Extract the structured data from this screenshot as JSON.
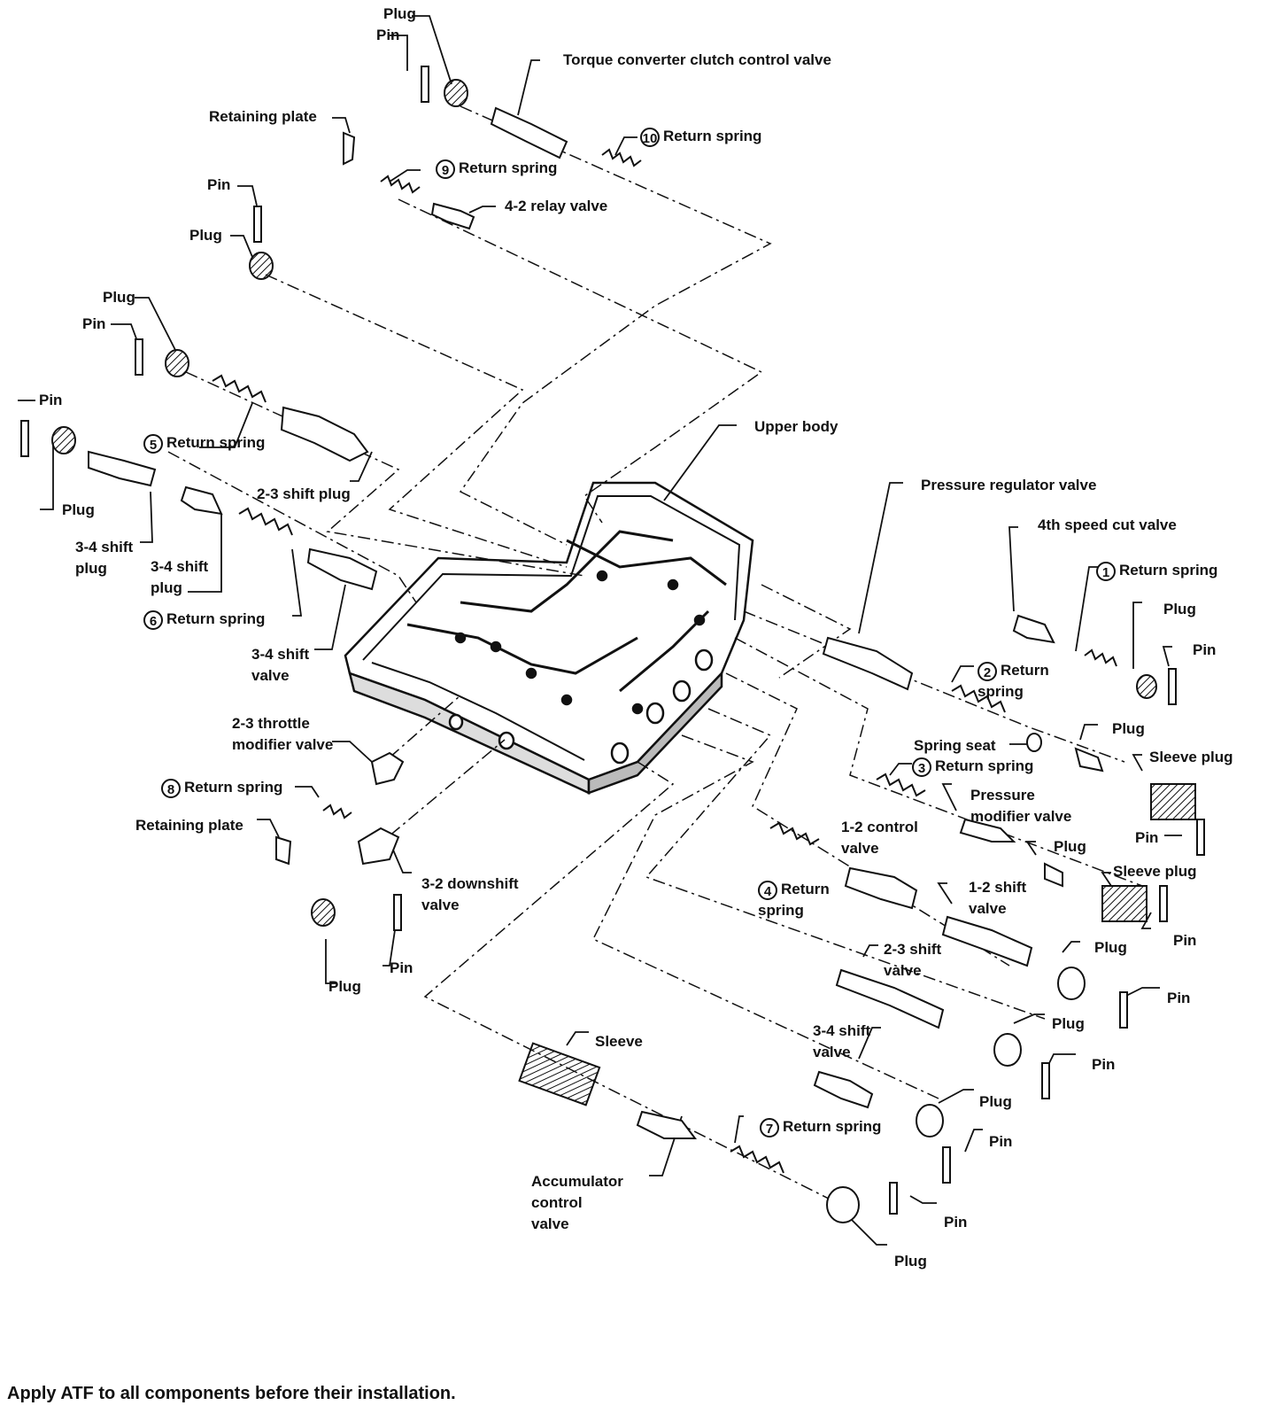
{
  "title": "",
  "note": "Apply ATF to all components before their installation.",
  "components": {
    "upper_body": "Upper body",
    "torque_converter_clutch_control_valve": "Torque converter clutch control valve",
    "return_spring_10": "Return spring",
    "return_spring_9": "Return spring",
    "relay_valve_4_2": "4-2 relay valve",
    "retaining_plate_top": "Retaining plate",
    "pin_top": "Pin",
    "plug_top": "Plug",
    "pin_left1": "Pin",
    "plug_left1": "Plug",
    "plug_left2": "Plug",
    "pin_left2": "Pin",
    "pin_far_left": "Pin",
    "plug_far_left": "Plug",
    "return_spring_5": "Return spring",
    "shift_plug_2_3": "2-3 shift plug",
    "shift_plug_3_4_a": "3-4 shift\nplug",
    "shift_plug_3_4_b": "3-4 shift\nplug",
    "return_spring_6": "Return spring",
    "shift_valve_3_4_left": "3-4 shift\nvalve",
    "throttle_modifier_valve_2_3": "2-3 throttle\nmodifier valve",
    "return_spring_8": "Return spring",
    "retaining_plate_left": "Retaining plate",
    "downshift_valve_3_2": "3-2 downshift\nvalve",
    "plug_bottom_left": "Plug",
    "pin_bottom_left": "Pin",
    "pressure_regulator_valve": "Pressure regulator valve",
    "speed_cut_valve_4th": "4th speed cut valve",
    "return_spring_1": "Return spring",
    "plug_r1": "Plug",
    "pin_r1": "Pin",
    "return_spring_2": "Return\nspring",
    "spring_seat": "Spring seat",
    "plug_r2": "Plug",
    "sleeve_plug_1": "Sleeve plug",
    "return_spring_3": "Return spring",
    "pressure_modifier_valve": "Pressure\nmodifier valve",
    "pin_r2": "Pin",
    "control_valve_1_2": "1-2 control\nvalve",
    "plug_r3": "Plug",
    "sleeve_plug_2": "Sleeve plug",
    "return_spring_4": "Return\nspring",
    "shift_valve_1_2": "1-2 shift\nvalve",
    "pin_r3": "Pin",
    "shift_valve_2_3": "2-3 shift\nvalve",
    "plug_r4": "Plug",
    "pin_r4": "Pin",
    "shift_valve_3_4_right": "3-4 shift\nvalve",
    "plug_r5": "Plug",
    "pin_r5": "Pin",
    "sleeve": "Sleeve",
    "plug_r6": "Plug",
    "pin_r6": "Pin",
    "return_spring_7": "Return spring",
    "accumulator_control_valve": "Accumulator\ncontrol\nvalve",
    "pin_r7": "Pin",
    "plug_r7": "Plug"
  },
  "callouts": {
    "n1": "1",
    "n2": "2",
    "n3": "3",
    "n4": "4",
    "n5": "5",
    "n6": "6",
    "n7": "7",
    "n8": "8",
    "n9": "9",
    "n10": "10"
  }
}
